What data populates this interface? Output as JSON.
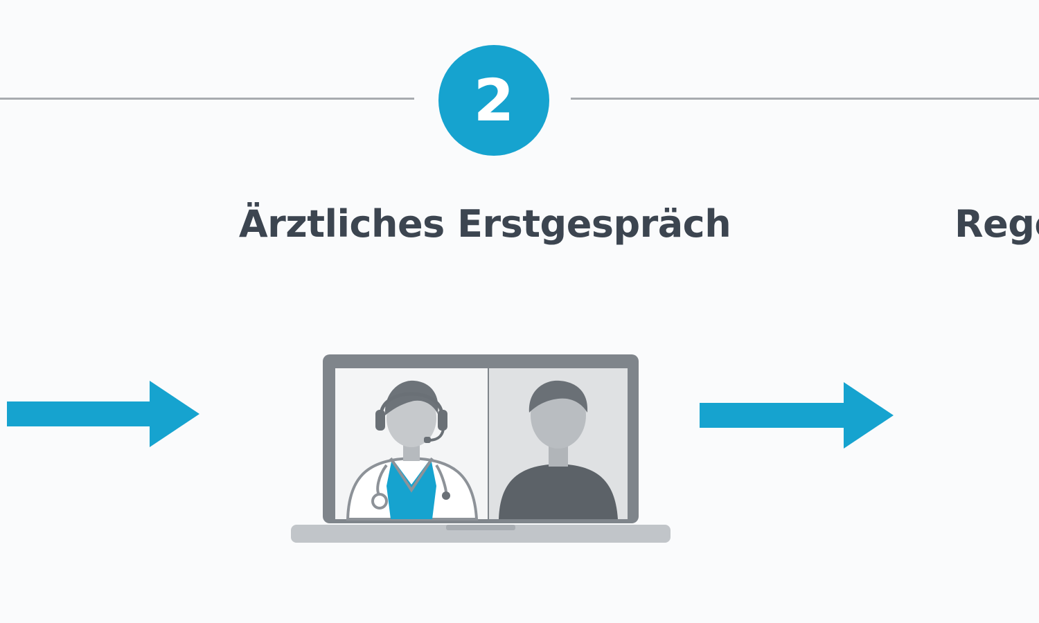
{
  "step": {
    "number": "2",
    "title": "Ärztliches Erstgespräch",
    "accent_color": "#16a3cf"
  },
  "next_step": {
    "title_partial": "Rege"
  },
  "illustration": {
    "icons": [
      "arrow-right-icon",
      "laptop-icon",
      "doctor-headset-icon",
      "patient-avatar-icon",
      "arrow-right-icon"
    ]
  }
}
